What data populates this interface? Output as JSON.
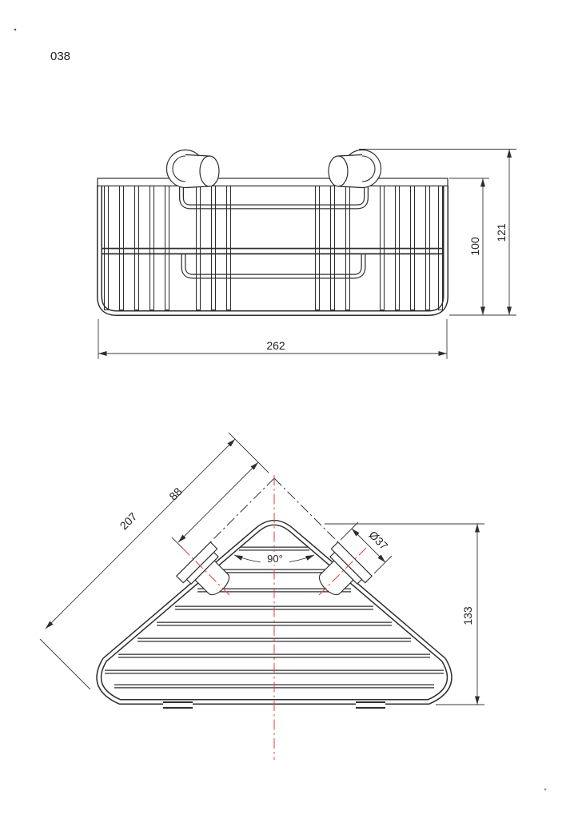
{
  "page": {
    "doc_number": "038",
    "stray_mark_top": ".",
    "stray_mark_bottom": "."
  },
  "colors": {
    "line": "#2e2e2e",
    "thin_line": "#3a3a3a",
    "centerline_red": "#e04545",
    "background": "#ffffff",
    "text": "#1f1f1f"
  },
  "front_view": {
    "description": "front elevation of wire corner basket with two wall flanges",
    "dim_width": "262",
    "dim_basket_height": "100",
    "dim_overall_height": "121"
  },
  "plan_view": {
    "description": "top plan view of triangular corner basket in 90-degree wall corner",
    "dim_wall_length": "207",
    "dim_apex_to_bracket": "88",
    "dim_flange_diameter": "Ø37",
    "dim_corner_angle": "90°",
    "dim_depth": "133"
  }
}
